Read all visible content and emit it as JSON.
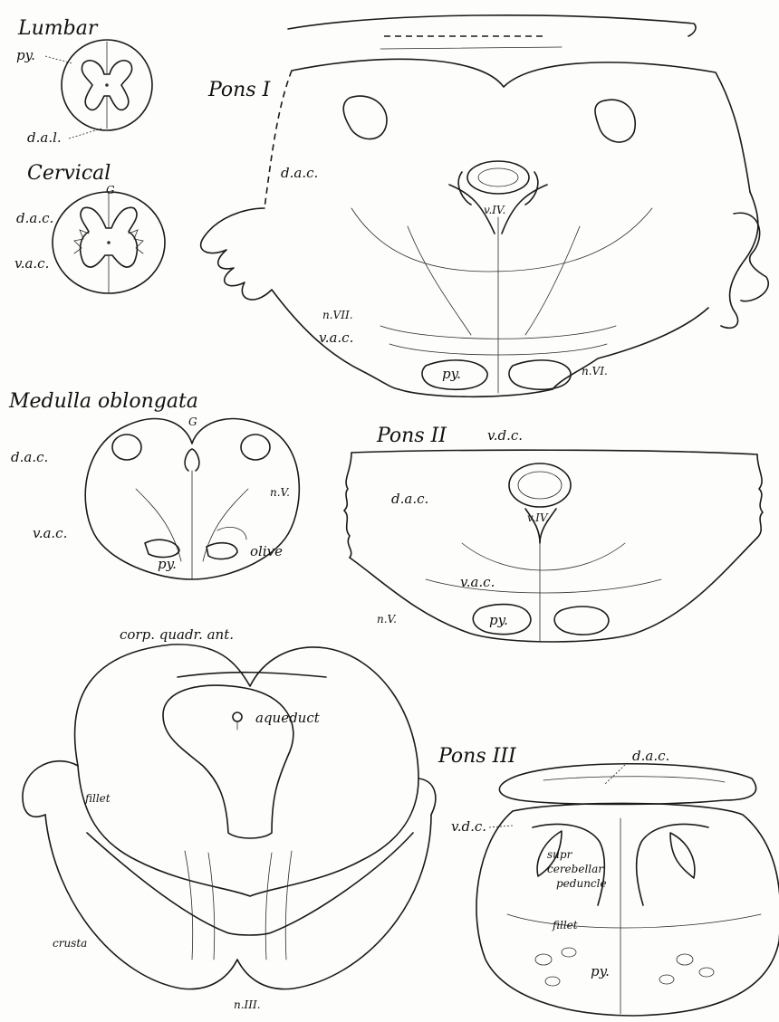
{
  "labels": {
    "lumbar": "Lumbar",
    "lumbar_py": "py.",
    "lumbar_dal": "d.a.l.",
    "cervical": "Cervical",
    "cervical_g": "G",
    "cervical_dac": "d.a.c.",
    "cervical_vac": "v.a.c.",
    "pons1": "Pons I",
    "pons1_dac": "d.a.c.",
    "pons1_viv": "v.IV.",
    "pons1_nvii": "n.VII.",
    "pons1_vac": "v.a.c.",
    "pons1_py": "py.",
    "pons1_nvi": "n.VI.",
    "medulla": "Medulla oblongata",
    "medulla_g": "G",
    "medulla_dac": "d.a.c.",
    "medulla_nv": "n.V.",
    "medulla_vac": "v.a.c.",
    "medulla_py": "py.",
    "medulla_olive": "olive",
    "pons2": "Pons II",
    "pons2_vdc": "v.d.c.",
    "pons2_dac": "d.a.c.",
    "pons2_viv": "v.IV.",
    "pons2_vac": "v.a.c.",
    "pons2_nv": "n.V.",
    "pons2_py": "py.",
    "cqa": "corp. quadr. ant.",
    "cqa_aqueduct": "aqueduct",
    "cqa_fillet": "fillet",
    "cqa_crusta": "crusta",
    "cqa_niii": "n.III.",
    "pons3": "Pons III",
    "pons3_dac": "d.a.c.",
    "pons3_vdc": "v.d.c.",
    "pons3_scp1": "supr",
    "pons3_scp2": "cerebellar",
    "pons3_scp3": "peduncle",
    "pons3_fillet": "fillet",
    "pons3_py": "py."
  }
}
